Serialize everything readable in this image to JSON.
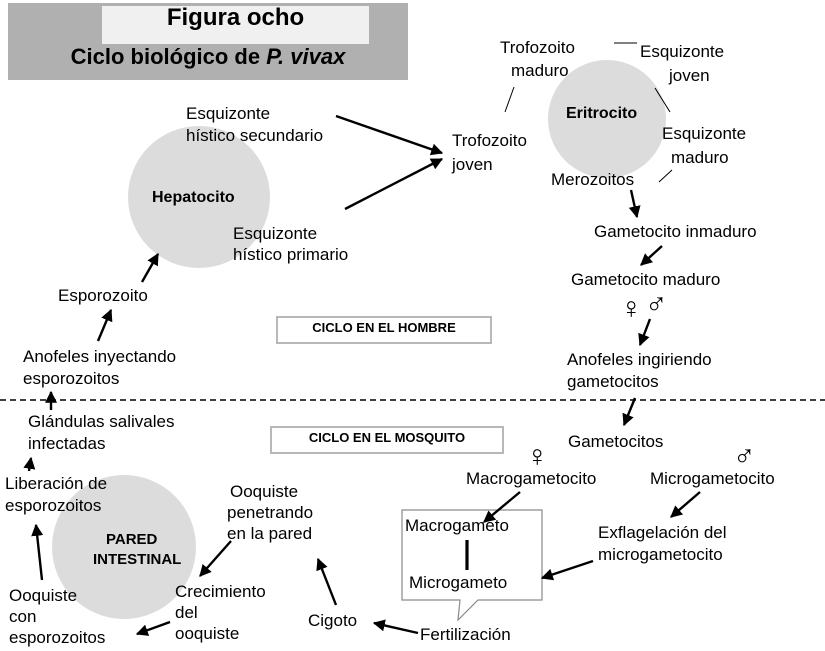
{
  "title": {
    "line1": "Figura ocho",
    "line2_prefix": "Ciclo biológico de ",
    "line2_species": "P. vivax"
  },
  "cells": {
    "hepatocito": "Hepatocito",
    "eritrocito": "Eritrocito",
    "pared_line1": "PARED",
    "pared_line2": "INTESTINAL"
  },
  "sections": {
    "hombre": "CICLO EN EL HOMBRE",
    "mosquito": "CICLO EN EL MOSQUITO"
  },
  "stages": {
    "esq_hist_sec_1": "Esquizonte",
    "esq_hist_sec_2": "hístico secundario",
    "esq_hist_pri_1": "Esquizonte",
    "esq_hist_pri_2": "hístico primario",
    "trofo_joven_1": "Trofozoito",
    "trofo_joven_2": "joven",
    "trofo_maduro_1": "Trofozoito",
    "trofo_maduro_2": "maduro",
    "esq_joven_1": "Esquizonte",
    "esq_joven_2": "joven",
    "esq_maduro_1": "Esquizonte",
    "esq_maduro_2": "maduro",
    "merozoitos": "Merozoitos",
    "gameto_inmaduro": "Gametocito inmaduro",
    "gameto_maduro": "Gametocito maduro",
    "anofeles_ing_1": "Anofeles ingiriendo",
    "anofeles_ing_2": "gametocitos",
    "esporozoito": "Esporozoito",
    "anofeles_iny_1": "Anofeles inyectando",
    "anofeles_iny_2": "esporozoitos",
    "glandulas_1": "Glándulas salivales",
    "glandulas_2": "infectadas",
    "liberacion_1": "Liberación de",
    "liberacion_2": "esporozoitos",
    "ooquiste_esp_1": "Ooquiste",
    "ooquiste_esp_2": "con",
    "ooquiste_esp_3": "esporozoitos",
    "ooq_pen_1": "Ooquiste",
    "ooq_pen_2": "penetrando",
    "ooq_pen_3": "en la pared",
    "crec_1": "Crecimiento",
    "crec_2": "del",
    "crec_3": "ooquiste",
    "cigoto": "Cigoto",
    "fertilizacion": "Fertilización",
    "gametocitos": "Gametocitos",
    "macrogametocito": "Macrogametocito",
    "microgametocito": "Microgametocito",
    "exflag_1": "Exflagelación del",
    "exflag_2": "microgametocito",
    "macrogameto": "Macrogameto",
    "microgameto": "Microgameto"
  },
  "symbols": {
    "female": "♀",
    "male": "♂"
  },
  "colors": {
    "title_outer": "#b0b0b0",
    "title_inner": "#f0f0f0",
    "cell_fill": "#dcdcdc",
    "box_border": "#b8b8b8"
  }
}
